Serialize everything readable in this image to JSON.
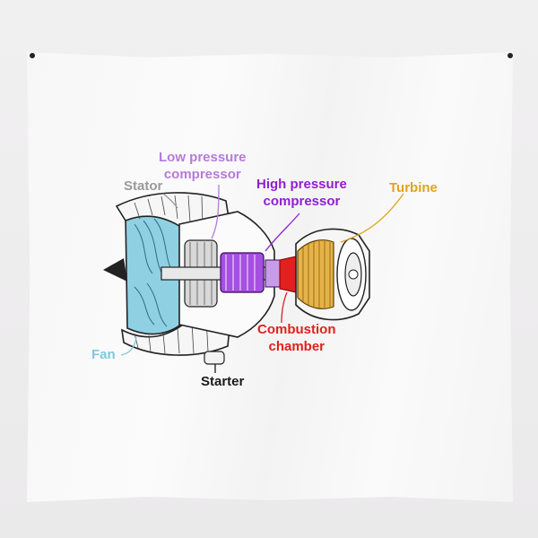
{
  "labels": {
    "stator": "Stator",
    "low_pressure_compressor_line1": "Low pressure",
    "low_pressure_compressor_line2": "compressor",
    "high_pressure_compressor_line1": "High pressure",
    "high_pressure_compressor_line2": "compressor",
    "turbine": "Turbine",
    "fan": "Fan",
    "combustion_chamber_line1": "Combustion",
    "combustion_chamber_line2": "chamber",
    "starter": "Starter"
  },
  "colors": {
    "stator": "#9a9a9a",
    "low_pressure_compressor": "#b57bd8",
    "high_pressure_compressor": "#8f1fd3",
    "turbine": "#e0a418",
    "fan": "#7fc7dd",
    "combustion_chamber": "#e12020",
    "starter": "#1a1a1a"
  }
}
